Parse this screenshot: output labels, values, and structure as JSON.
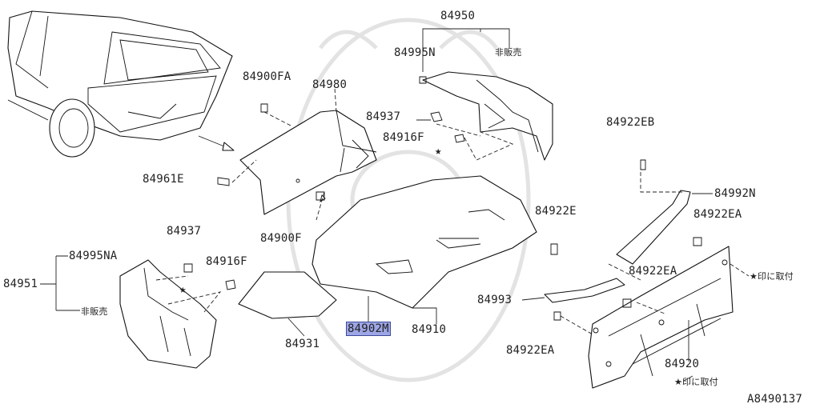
{
  "diagram_id": "A8490137",
  "highlight_color": "#9ea6e6",
  "watermark": "parts-catalog-crest",
  "labels": {
    "p84950": "84950",
    "p84995N": "84995N",
    "hihanbai_top": "非販売",
    "p84937_top": "84937",
    "p84916F_top": "84916F",
    "p84900FA": "84900FA",
    "p84980": "84980",
    "p84961E": "84961E",
    "p84900F": "84900F",
    "p84922EB": "84922EB",
    "p84992N": "84992N",
    "p84922E": "84922E",
    "p84922EA_top": "84922EA",
    "p84937_left": "84937",
    "p84995NA": "84995NA",
    "p84916F_left": "84916F",
    "p84951": "84951",
    "hihanbai_left": "非販売",
    "p84922EA_mid": "84922EA",
    "mark_attach_right": "★印に取付",
    "p84993": "84993",
    "p84931": "84931",
    "p84902M": "84902M",
    "p84910": "84910",
    "p84922EA_bottom": "84922EA",
    "p84920": "84920",
    "mark_attach_bottom": "★印に取付"
  },
  "stars": {
    "top": "★",
    "left": "★"
  }
}
